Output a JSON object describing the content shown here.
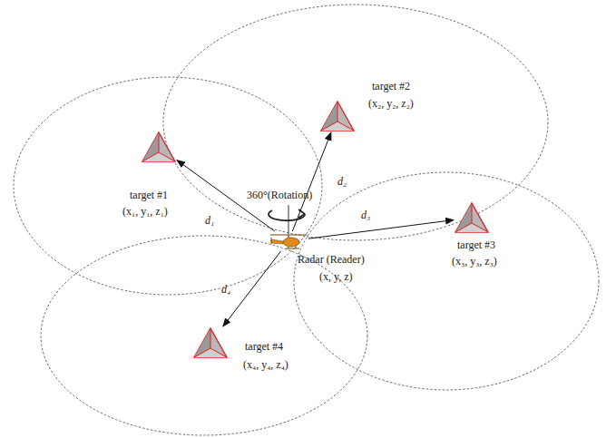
{
  "diagram": {
    "nodes": [
      {
        "text": [
          "Radar (Reader)",
          "(x, y, z)"
        ]
      },
      {
        "text": [
          "target #1",
          "(x₁, y₁, z₁)"
        ]
      },
      {
        "text": [
          "target #2",
          "(x₂, y₂, z₂)"
        ]
      },
      {
        "text": [
          "target #3",
          "(x₃, y₃, z₃)"
        ]
      },
      {
        "text": [
          "target #4",
          "(x₄, y₄, z₄)"
        ]
      }
    ],
    "edges": [
      {
        "from": 0,
        "to": 1,
        "label": "d₁",
        "arrow": "to"
      },
      {
        "from": 0,
        "to": 2,
        "label": "d₂",
        "arrow": "to"
      },
      {
        "from": 0,
        "to": 3,
        "label": "d₃",
        "arrow": "to"
      },
      {
        "from": 0,
        "to": 4,
        "label": "d₄",
        "arrow": "to"
      }
    ],
    "labels": [
      "360°(Rotation)"
    ]
  }
}
